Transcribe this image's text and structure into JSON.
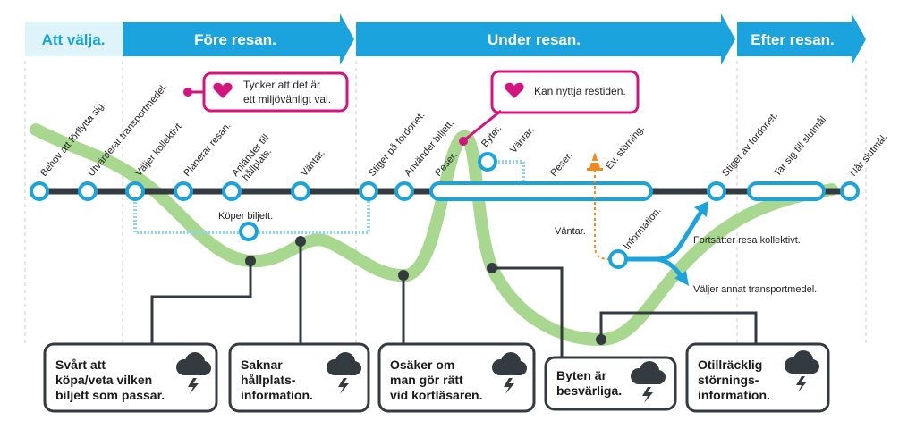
{
  "phases": [
    {
      "label": "Att välja."
    },
    {
      "label": "Före resan."
    },
    {
      "label": "Under resan."
    },
    {
      "label": "Efter resan."
    }
  ],
  "stops": [
    {
      "label": "Behov att förflytta sig."
    },
    {
      "label": "Utvärderar transportmedel."
    },
    {
      "label": "Väljer kollektivt."
    },
    {
      "label": "Planerar resan."
    },
    {
      "label1": "Anländer till",
      "label2": "hållplats."
    },
    {
      "label": "Väntar."
    },
    {
      "label": "Stiger på fordonet."
    },
    {
      "label": "Använder biljett."
    },
    {
      "label": "Reser."
    },
    {
      "label": "Byter."
    },
    {
      "label": "Väntar."
    },
    {
      "label": "Reser."
    },
    {
      "label": "Ev. störning."
    },
    {
      "label": "Stiger av fordonet."
    },
    {
      "label": "Tar sig till slutmål."
    },
    {
      "label": "Når slutmål."
    }
  ],
  "notes": {
    "buy_ticket": "Köper biljett.",
    "waiting": "Väntar.",
    "information": "Information.",
    "continue": "Fortsätter resa kollektivt.",
    "other": "Väljer annat transportmedel."
  },
  "bubbles": [
    {
      "line1": "Tycker att det är",
      "line2": "ett miljövänligt val."
    },
    {
      "line1": "Kan nyttja restiden.",
      "line2": ""
    }
  ],
  "pain_points": [
    {
      "line1": "Svårt att",
      "line2": "köpa/veta vilken",
      "line3": "biljett som passar."
    },
    {
      "line1": "Saknar",
      "line2": "hållplats-",
      "line3": "information."
    },
    {
      "line1": "Osäker om",
      "line2": "man gör rätt",
      "line3": "vid kortläsaren."
    },
    {
      "line1": "Byten är",
      "line2": "besvärliga.",
      "line3": ""
    },
    {
      "line1": "Otillräcklig",
      "line2": "störnings-",
      "line3": "information."
    }
  ],
  "icons": {
    "heart": "heart-icon",
    "storm": "storm-cloud-icon",
    "cone": "traffic-cone-icon"
  },
  "colors": {
    "blue": "#1aa3dc",
    "pale_blue": "#dff3fa",
    "green": "#a8d88f",
    "magenta": "#d4147e",
    "orange": "#f08a1e",
    "dark": "#333a40"
  }
}
